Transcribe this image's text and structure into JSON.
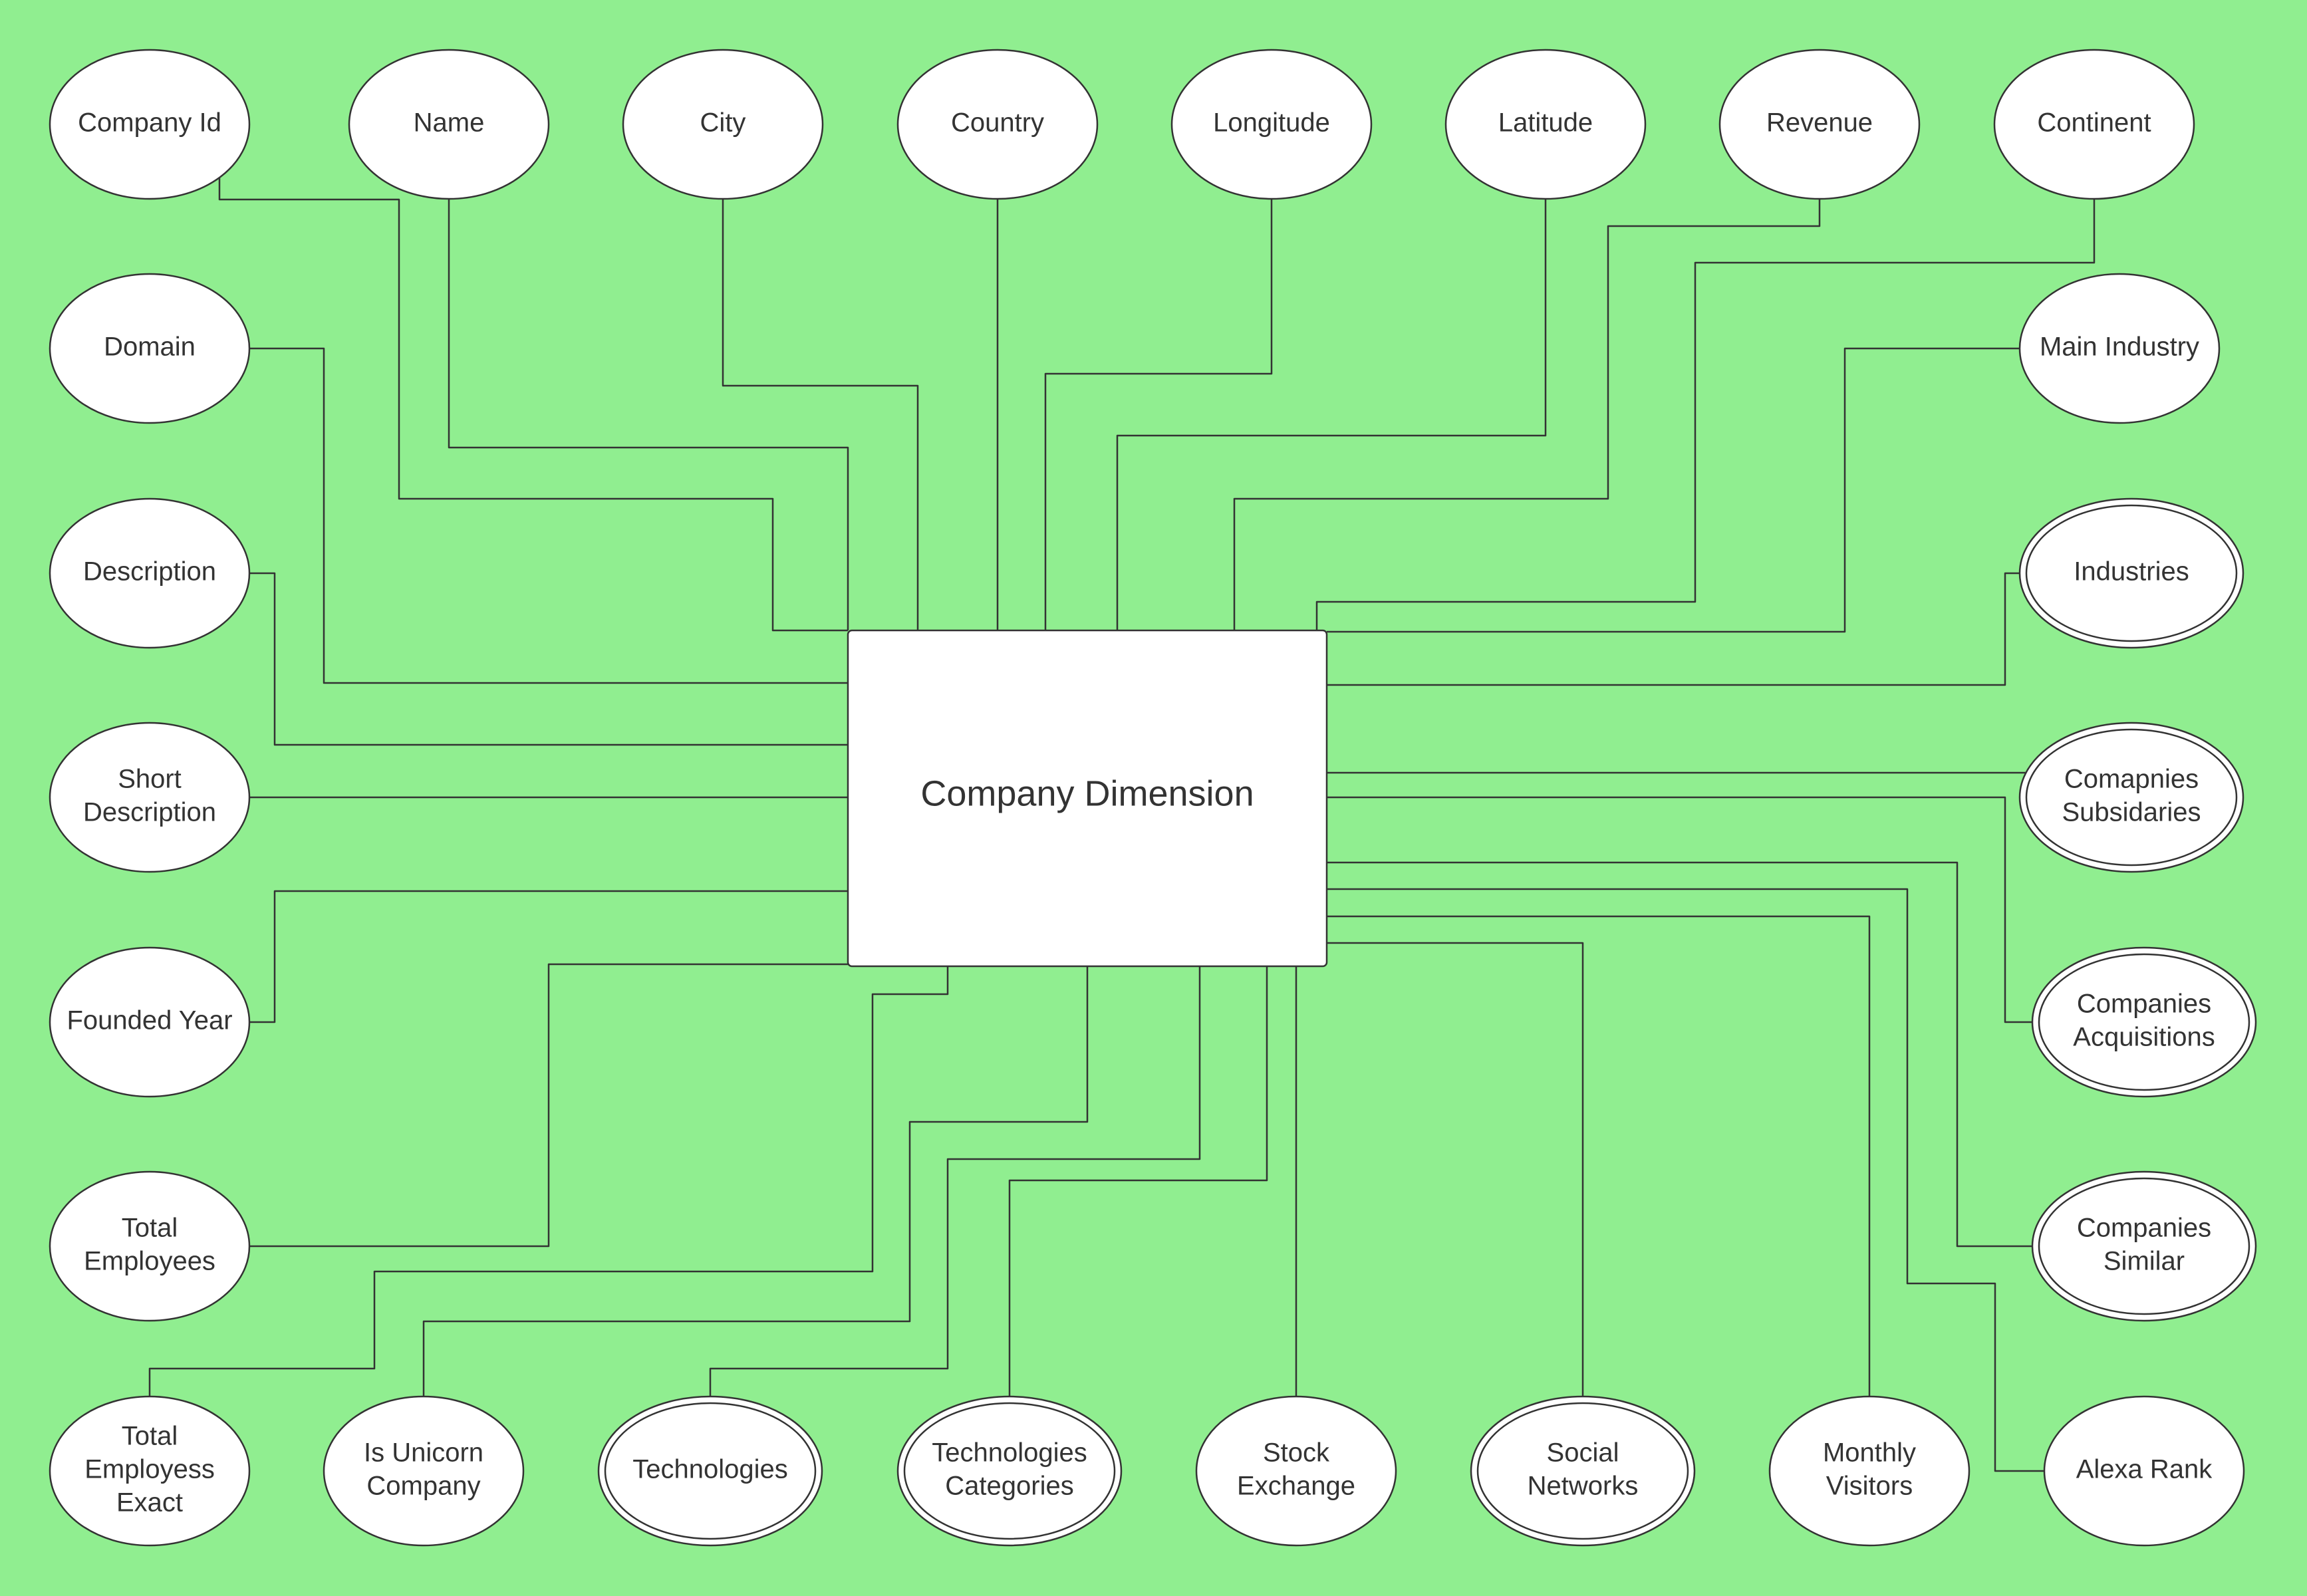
{
  "diagram": {
    "background": "#90ee90",
    "line_color": "#333333",
    "shape_fill": "#ffffff",
    "entity": {
      "id": "company-dimension",
      "label": "Company Dimension"
    },
    "attributes": [
      {
        "id": "company-id",
        "label": [
          "Company Id"
        ],
        "multivalued": false
      },
      {
        "id": "name",
        "label": [
          "Name"
        ],
        "multivalued": false
      },
      {
        "id": "city",
        "label": [
          "City"
        ],
        "multivalued": false
      },
      {
        "id": "country",
        "label": [
          "Country"
        ],
        "multivalued": false
      },
      {
        "id": "longitude",
        "label": [
          "Longitude"
        ],
        "multivalued": false
      },
      {
        "id": "latitude",
        "label": [
          "Latitude"
        ],
        "multivalued": false
      },
      {
        "id": "revenue",
        "label": [
          "Revenue"
        ],
        "multivalued": false
      },
      {
        "id": "continent",
        "label": [
          "Continent"
        ],
        "multivalued": false
      },
      {
        "id": "domain",
        "label": [
          "Domain"
        ],
        "multivalued": false
      },
      {
        "id": "main-industry",
        "label": [
          "Main Industry"
        ],
        "multivalued": false
      },
      {
        "id": "description",
        "label": [
          "Description"
        ],
        "multivalued": false
      },
      {
        "id": "industries",
        "label": [
          "Industries"
        ],
        "multivalued": true
      },
      {
        "id": "short-description",
        "label": [
          "Short",
          "Description"
        ],
        "multivalued": false
      },
      {
        "id": "comapnies-subsidaries",
        "label": [
          "Comapnies",
          "Subsidaries"
        ],
        "multivalued": true
      },
      {
        "id": "founded-year",
        "label": [
          "Founded Year"
        ],
        "multivalued": false
      },
      {
        "id": "companies-acquisitions",
        "label": [
          "Companies",
          "Acquisitions"
        ],
        "multivalued": true
      },
      {
        "id": "total-employees",
        "label": [
          "Total",
          "Employees"
        ],
        "multivalued": false
      },
      {
        "id": "companies-similar",
        "label": [
          "Companies",
          "Similar"
        ],
        "multivalued": true
      },
      {
        "id": "total-employess-exact",
        "label": [
          "Total",
          "Employess",
          "Exact"
        ],
        "multivalued": false
      },
      {
        "id": "is-unicorn-company",
        "label": [
          "Is Unicorn",
          "Company"
        ],
        "multivalued": false
      },
      {
        "id": "technologies",
        "label": [
          "Technologies"
        ],
        "multivalued": true
      },
      {
        "id": "technologies-categories",
        "label": [
          "Technologies",
          "Categories"
        ],
        "multivalued": true
      },
      {
        "id": "stock-exchange",
        "label": [
          "Stock",
          "Exchange"
        ],
        "multivalued": false
      },
      {
        "id": "social-networks",
        "label": [
          "Social",
          "Networks"
        ],
        "multivalued": true
      },
      {
        "id": "monthly-visitors",
        "label": [
          "Monthly",
          "Visitors"
        ],
        "multivalued": false
      },
      {
        "id": "alexa-rank",
        "label": [
          "Alexa Rank"
        ],
        "multivalued": false
      }
    ]
  }
}
